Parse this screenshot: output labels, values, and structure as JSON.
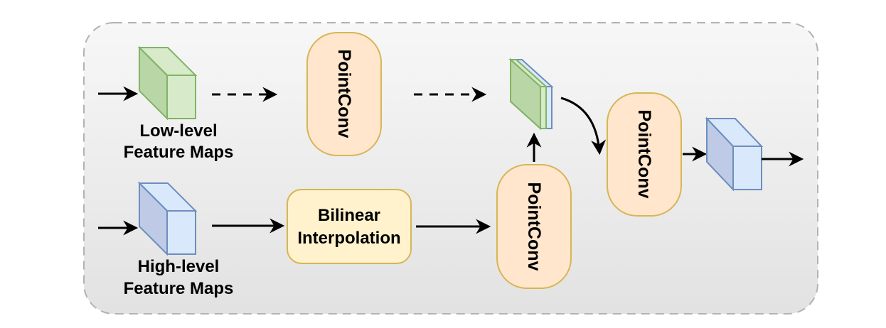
{
  "colors": {
    "panel_fill_top": "#f7f7f7",
    "panel_fill_bottom": "#e2e2e2",
    "panel_border": "#b3b3b3",
    "green_front": "#b9d6a6",
    "green_side": "#d7eac9",
    "green_stroke": "#82b366",
    "blue_front": "#bfcbe6",
    "blue_side": "#dae8fc",
    "blue_stroke": "#6c8ebf",
    "conv_fill": "#ffe6cc",
    "conv_stroke": "#d6b656",
    "bilinear_fill": "#fff2cc",
    "bilinear_stroke": "#d6b656",
    "arrow": "#000000"
  },
  "inputs": {
    "low_level": [
      "Low-level",
      "Feature Maps"
    ],
    "high_level": [
      "High-level",
      "Feature Maps"
    ]
  },
  "blocks": {
    "conv_top": "PointConv",
    "bilinear": [
      "Bilinear",
      "Interpolation"
    ],
    "conv_bottom": "PointConv",
    "conv_out": "PointConv"
  },
  "icons": {
    "low_level": "green-cuboid-icon",
    "high_level": "blue-cuboid-icon",
    "concat": "stacked-feature-icon",
    "output": "blue-cuboid-icon"
  }
}
